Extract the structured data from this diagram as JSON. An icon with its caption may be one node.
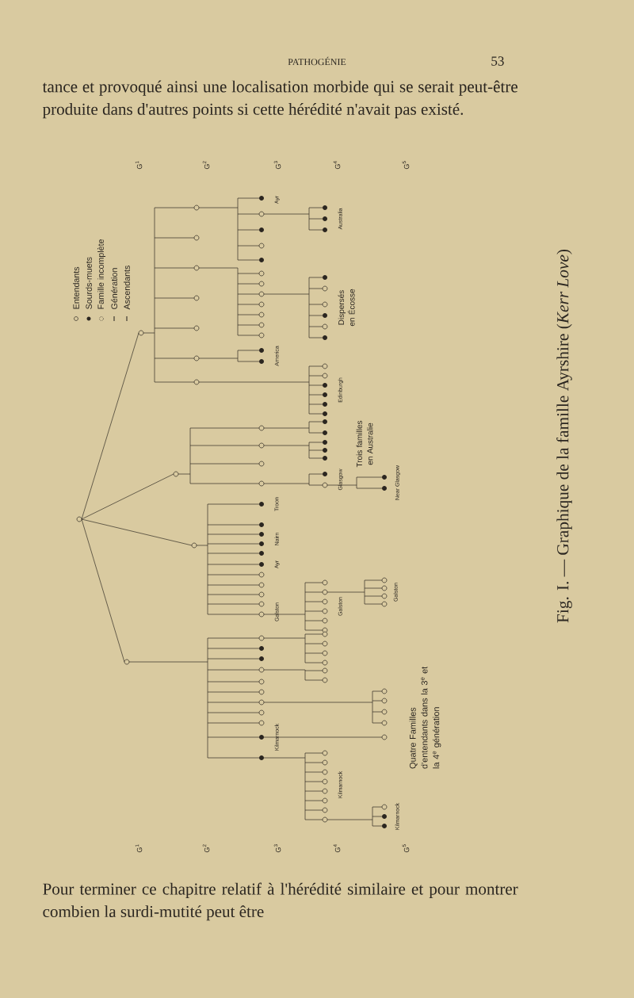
{
  "diagram": {
    "caption": "Fig. I. — Graphique de la famille Ayrshire (*Kerr Love*)",
    "labels": [
      "PATHOGÉNIE",
      "53",
      "tance et provoqué ainsi une localisation morbide qui se serait peut-être produite dans d'autres points si cette hérédité n'avait pas existé.",
      "G$^{1}$",
      "G$^{2}$",
      "G$^{3}$",
      "G$^{4}$",
      "G$^{5}$",
      "Ayr",
      "Australia",
      "Dispersés en Écosse",
      "America",
      "Edinburgh",
      "Trois familles en Australie",
      "Glasgow",
      "Near Glasgow",
      "Troon",
      "Nairn",
      "Ayr",
      "Galston",
      "Galston",
      "Galston",
      "Kilmarnock",
      "Kilmarnock",
      "Kilmarnock",
      "Quatre Familles d'entendants dans la 3$^{e}$ et la 4$^{e}$ génération",
      "G$^{1}$",
      "G$^{2}$",
      "G$^{3}$",
      "G$^{4}$",
      "G$^{5}$",
      "Pour terminer ce chapitre relatif à l'hérédité similaire et pour montrer combien la surdi-mutité peut être"
    ],
    "legend": [
      {
        "text": "Entendants"
      },
      {
        "text": "Sourds-muets"
      },
      {
        "text": "Famille incomplète"
      },
      {
        "text": "Génération"
      },
      {
        "text": "Ascendants"
      }
    ]
  }
}
